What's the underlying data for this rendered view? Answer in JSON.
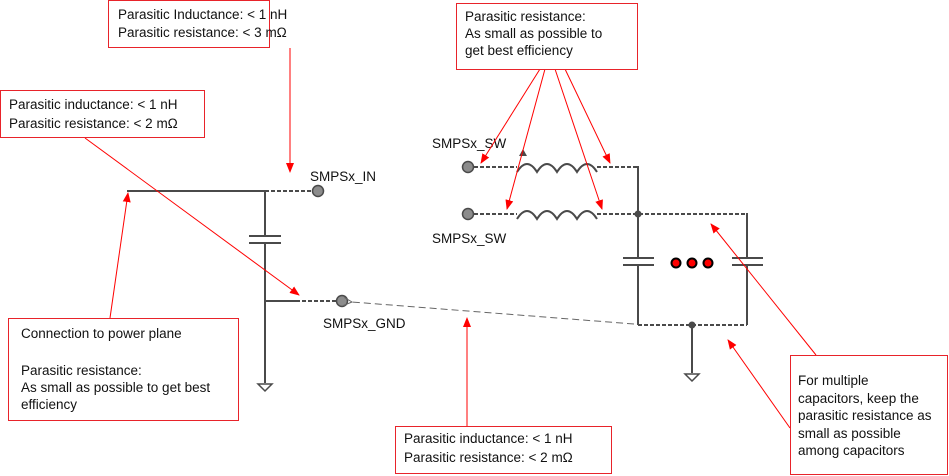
{
  "labels": {
    "smps_in": "SMPSx_IN",
    "smps_gnd": "SMPSx_GND",
    "smps_sw_top": "SMPSx_SW",
    "smps_sw_bottom": "SMPSx_SW"
  },
  "callouts": {
    "input_pin": [
      "Parasitic Inductance: < 1 nH",
      "Parasitic  resistance: < 3 mΩ"
    ],
    "input_cap": [
      "Parasitic inductance: < 1 nH",
      "Parasitic resistance: < 2 mΩ"
    ],
    "switch": [
      "Parasitic  resistance:",
      "As small as possible to",
      "get best efficiency"
    ],
    "power_plane": [
      "Connection to power plane",
      "",
      "Parasitic  resistance:",
      "As small as possible to get best",
      "efficiency"
    ],
    "ground": [
      "Parasitic inductance: < 1 nH",
      "Parasitic resistance: < 2 mΩ"
    ],
    "output_caps": [
      "For multiple",
      "capacitors, keep the",
      "parasitic resistance as",
      "small as possible",
      "among capacitors"
    ]
  },
  "colors": {
    "callout_border": "#e8232a",
    "arrow": "#ff0000",
    "wire": "#4a4a4a",
    "pin": "#8c8c8c"
  }
}
